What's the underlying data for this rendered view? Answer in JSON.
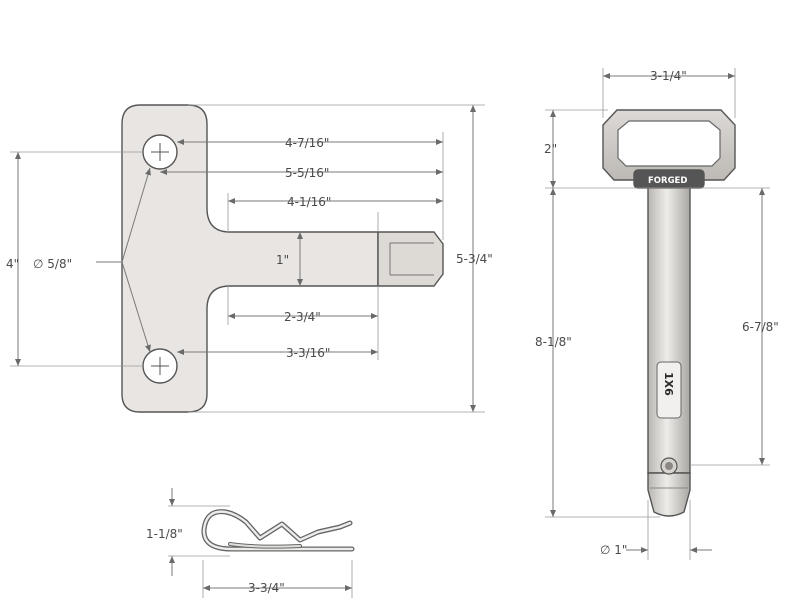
{
  "plate": {
    "dims": {
      "d1": "4-7/16\"",
      "d2": "5-5/16\"",
      "d3": "4-1/16\"",
      "d4": "1\"",
      "d5": "2-3/4\"",
      "d6": "3-3/16\"",
      "d7": "5-3/4\"",
      "d8": "4\"",
      "hole": "∅ 5/8\""
    }
  },
  "pin": {
    "brand": "FORGED",
    "stamp": "1X6",
    "dims": {
      "width": "3-1/4\"",
      "handle": "2\"",
      "overall": "8-1/8\"",
      "usable": "6-7/8\"",
      "diameter": "∅ 1\""
    }
  },
  "clip": {
    "dims": {
      "height": "1-1/8\"",
      "length": "3-3/4\""
    }
  },
  "colors": {
    "metal_light": "#e6e3e0",
    "metal_mid": "#c9c6c2",
    "line": "#7a7a7a"
  }
}
